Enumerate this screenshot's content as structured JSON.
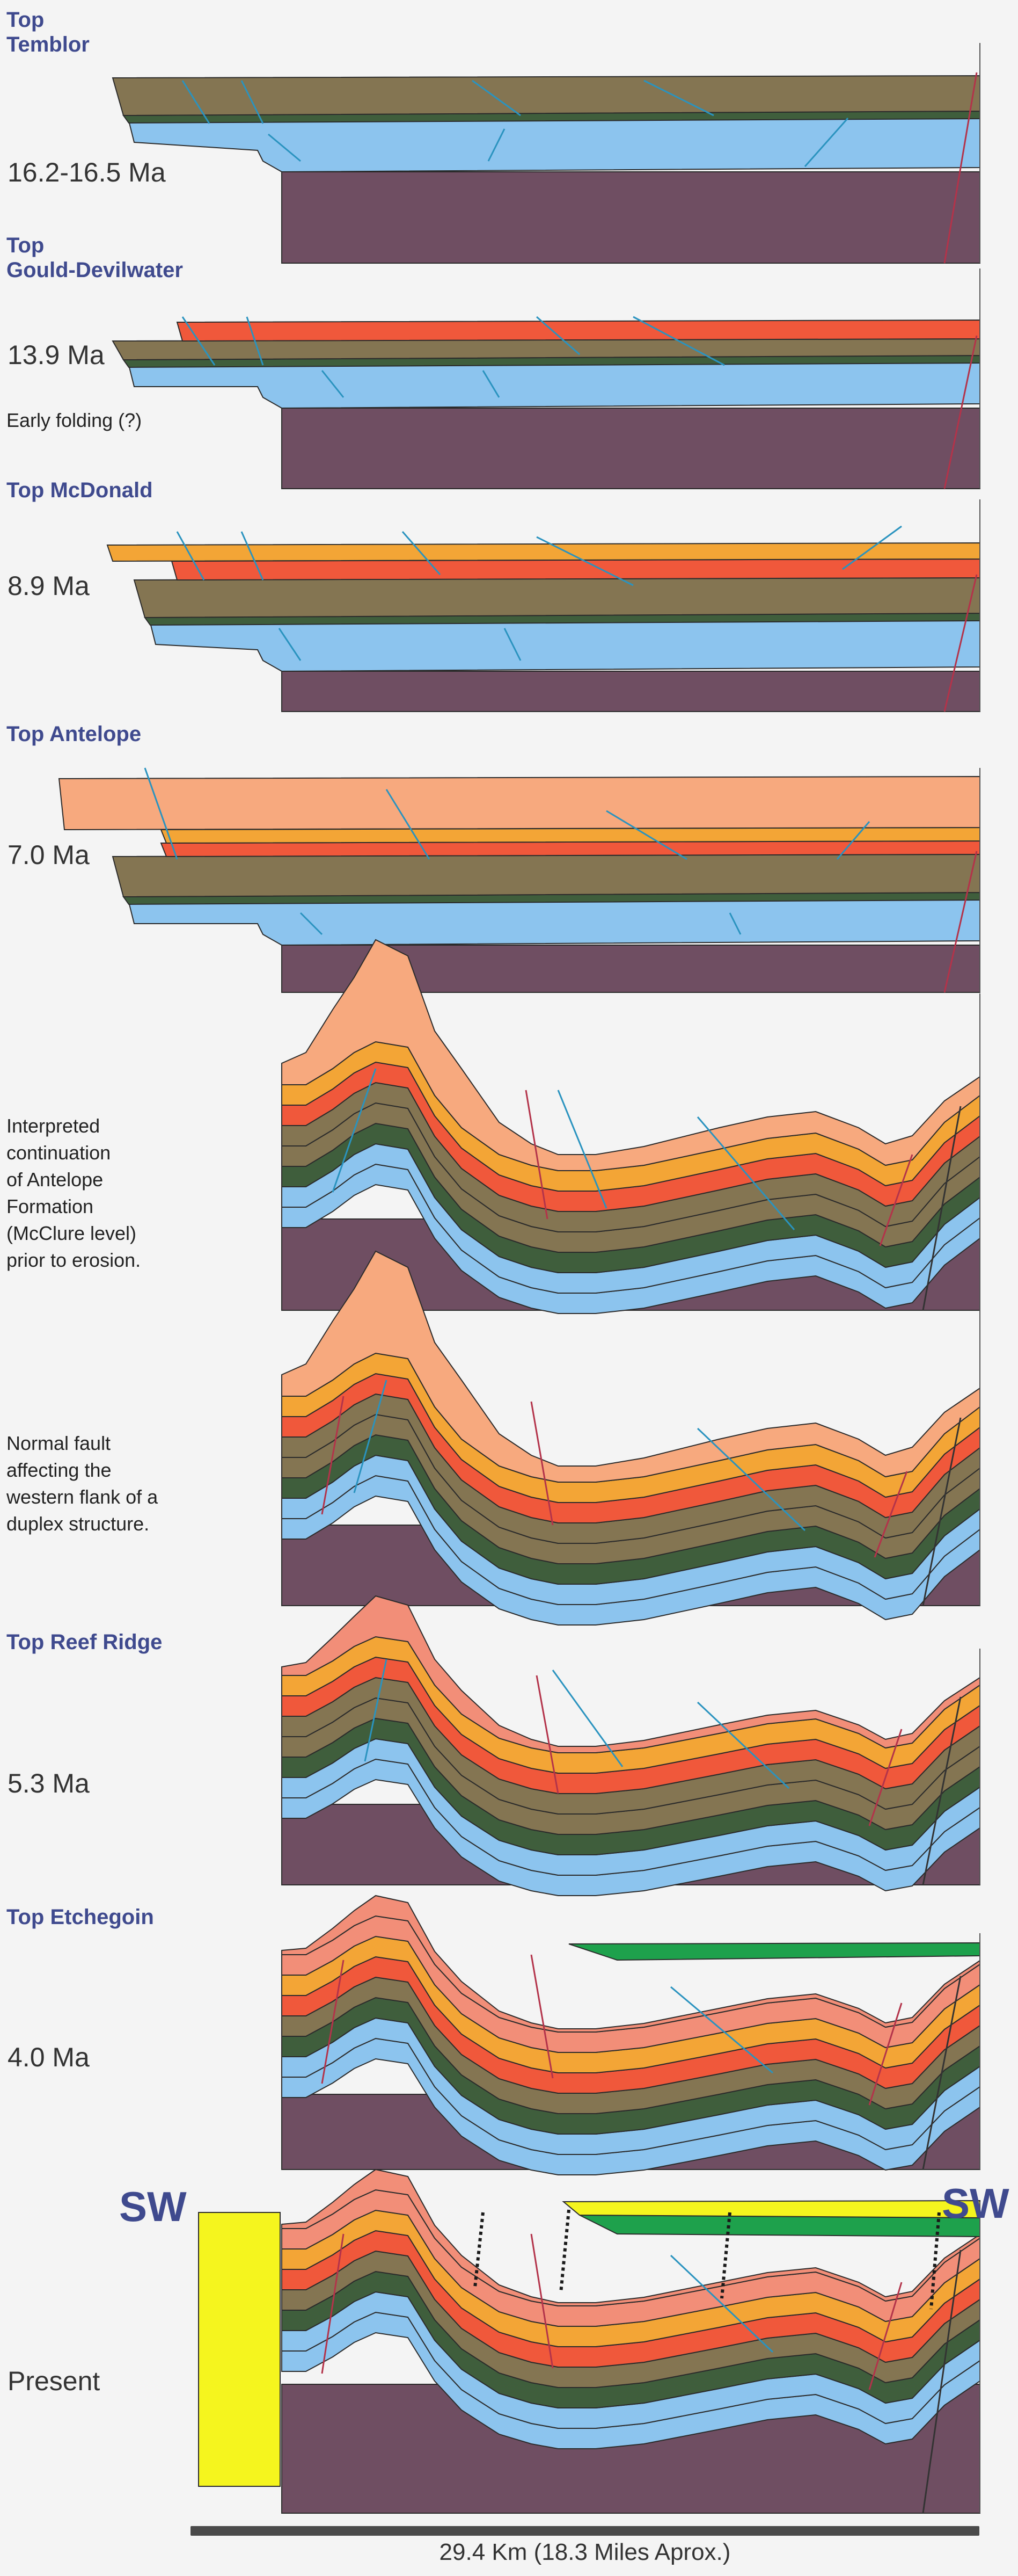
{
  "panels": [
    {
      "title": "Top\nTemblor",
      "age": "16.2-16.5 Ma",
      "note": ""
    },
    {
      "title": "Top\nGould-Devilwater",
      "age": "13.9 Ma",
      "note": "Early folding (?)"
    },
    {
      "title": "Top McDonald",
      "age": "8.9 Ma",
      "note": ""
    },
    {
      "title": "Top Antelope",
      "age": "7.0 Ma",
      "note": ""
    },
    {
      "title": "",
      "age": "",
      "note": "Interpreted\ncontinuation\nof Antelope\nFormation\n(McClure level)\nprior to erosion."
    },
    {
      "title": "",
      "age": "",
      "note": "Normal fault\naffecting the\nwestern flank of a\nduplex structure."
    },
    {
      "title": "Top Reef Ridge",
      "age": "5.3 Ma",
      "note": ""
    },
    {
      "title": "Top Etchegoin",
      "age": "4.0 Ma",
      "note": ""
    },
    {
      "title": "",
      "age": "Present",
      "note": ""
    }
  ],
  "sw_left": "SW",
  "sw_right": "SW",
  "scale_label": "29.4 Km (18.3 Miles Aprox.)",
  "colors": {
    "background": "#f4f4f4",
    "basement": "#6f4e62",
    "blue_layer": "#8cc4ee",
    "dark_band": "#3f5e3c",
    "brown_layer": "#847552",
    "red_layer": "#f0583b",
    "orange_layer": "#f3a536",
    "peach_layer": "#f7a97e",
    "salmon_layer": "#f28e78",
    "green_layer": "#1ea14c",
    "yellow_layer": "#f5f51e",
    "fault_blue": "#2a93bf",
    "fault_red": "#b3334a",
    "title_color": "#3f4a8e"
  }
}
